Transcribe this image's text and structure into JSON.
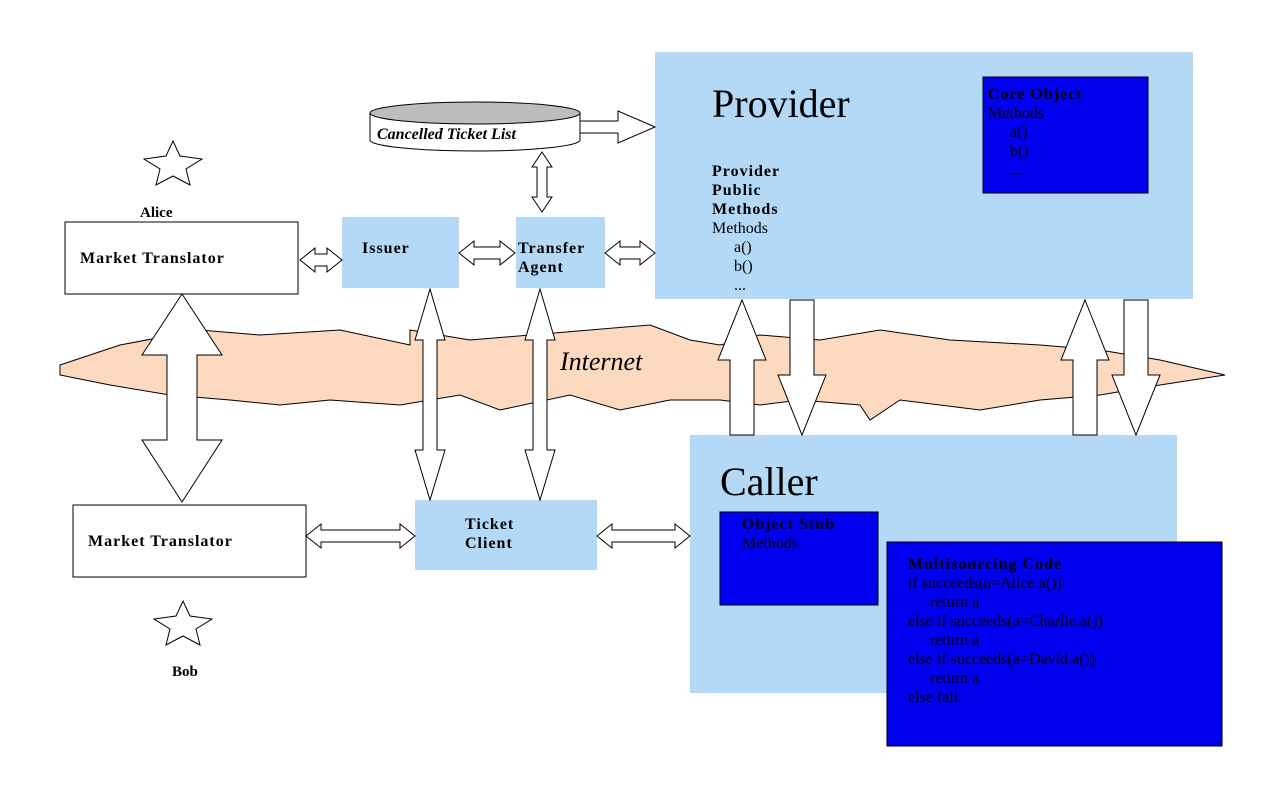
{
  "colors": {
    "light_box": "#b3d9f7",
    "dark_box": "#0000ee",
    "internet": "#fdd9bf",
    "stroke": "#000000",
    "background": "#ffffff"
  },
  "actors": {
    "alice": "Alice",
    "bob": "Bob"
  },
  "boxes": {
    "market_translator_top": "Market Translator",
    "market_translator_bottom": "Market Translator",
    "issuer": "Issuer",
    "transfer_agent": [
      "Transfer",
      "Agent"
    ],
    "ticket_client": [
      "Ticket",
      "Client"
    ],
    "cancelled_ticket_list": "Cancelled Ticket List",
    "internet": "Internet"
  },
  "provider": {
    "title": "Provider",
    "public_methods_heading": [
      "Provider",
      "Public",
      "Methods"
    ],
    "methods_label": "Methods",
    "methods": [
      "a()",
      "b()",
      "..."
    ],
    "core_object": {
      "title": "Core Object",
      "methods_label": "Methods",
      "methods": [
        "a()",
        "b()",
        "..."
      ]
    }
  },
  "caller": {
    "title": "Caller",
    "object_stub": {
      "title": "Object Stub",
      "methods_label": "Methods"
    },
    "multisourcing": {
      "title": "Multisourcing Code",
      "lines": [
        "if succeeds(a=Alice.a())",
        "return a",
        "else if succeeds(a=Charlie.a())",
        "return a",
        "else if succeeds(a=David.a())",
        "return a",
        "else fail"
      ]
    }
  }
}
